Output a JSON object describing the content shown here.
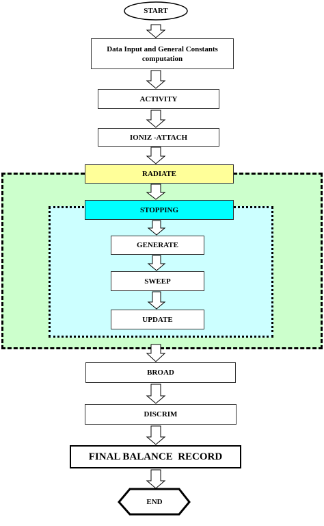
{
  "flowchart": {
    "start": "START",
    "data_input": "Data Input and General Constants computation",
    "activity": "ACTIVITY",
    "ioniz_attach": "IONIZ -ATTACH",
    "radiate": "RADIATE",
    "stopping": "STOPPING",
    "generate": "GENERATE",
    "sweep": "SWEEP",
    "update": "UPDATE",
    "broad": "BROAD",
    "discrim": "DISCRIM",
    "final_balance": "FINAL BALANCE  RECORD",
    "end": "END"
  },
  "colors": {
    "outer_region": "#ccffcc",
    "inner_region": "#ccffff",
    "radiate_fill": "#ffff99",
    "stopping_fill": "#00ffff"
  }
}
